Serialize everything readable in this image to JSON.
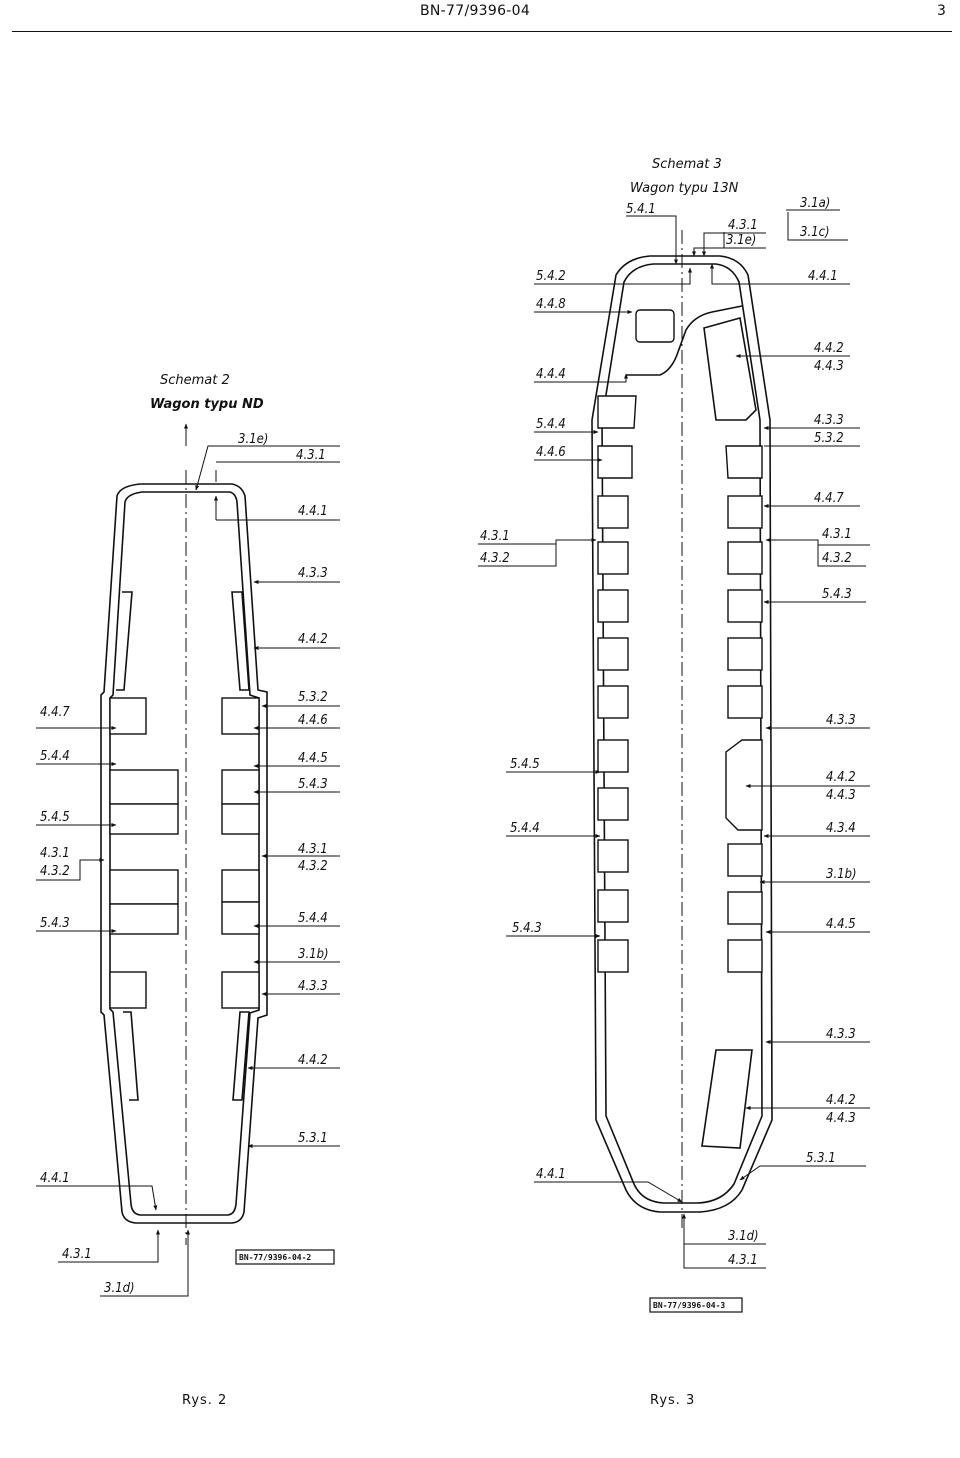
{
  "header": {
    "doc_id": "BN-77/9396-04",
    "page_number": "3"
  },
  "schemat2": {
    "title_line1": "Schemat 2",
    "title_line2": "Wagon typu ND",
    "stamp": "BN-77/9396-04-2",
    "caption": "Rys. 2",
    "labels": {
      "top_3_1e": "3.1e)",
      "top_4_3_1": "4.3.1",
      "r_4_4_1": "4.4.1",
      "r_4_3_3a": "4.3.3",
      "r_4_4_2a": "4.4.2",
      "r_5_3_2": "5.3.2",
      "r_4_4_6": "4.4.6",
      "r_4_4_5": "4.4.5",
      "r_5_4_3": "5.4.3",
      "r_4_3_1": "4.3.1",
      "r_4_3_2": "4.3.2",
      "r_5_4_4": "5.4.4",
      "r_3_1b": "3.1b)",
      "r_4_3_3b": "4.3.3",
      "r_4_4_2b": "4.4.2",
      "r_5_3_1": "5.3.1",
      "l_4_4_7": "4.4.7",
      "l_5_4_4": "5.4.4",
      "l_5_4_5": "5.4.5",
      "l_4_3_1": "4.3.1",
      "l_4_3_2": "4.3.2",
      "l_5_4_3": "5.4.3",
      "l_4_4_1": "4.4.1",
      "b_4_3_1": "4.3.1",
      "b_3_1d": "3.1d)"
    }
  },
  "schemat3": {
    "title_line1": "Schemat 3",
    "title_line2": "Wagon typu 13N",
    "stamp": "BN-77/9396-04-3",
    "caption": "Rys. 3",
    "labels": {
      "t_5_4_1": "5.4.1",
      "t_4_3_1": "4.3.1",
      "t_3_1e": "3.1e)",
      "t_3_1a": "3.1a)",
      "t_3_1c": "3.1c)",
      "r_4_4_1": "4.4.1",
      "r_4_4_2a": "4.4.2",
      "r_4_4_3a": "4.4.3",
      "r_4_3_3a": "4.3.3",
      "r_5_3_2": "5.3.2",
      "r_4_4_7": "4.4.7",
      "r_4_3_1": "4.3.1",
      "r_4_3_2": "4.3.2",
      "r_5_4_3": "5.4.3",
      "r_4_3_3b": "4.3.3",
      "r_4_4_2b": "4.4.2",
      "r_4_4_3b": "4.4.3",
      "r_4_3_4": "4.3.4",
      "r_3_1b": "3.1b)",
      "r_4_4_5": "4.4.5",
      "r_4_3_3c": "4.3.3",
      "r_4_4_2c": "4.4.2",
      "r_4_4_3c": "4.4.3",
      "r_5_3_1": "5.3.1",
      "l_5_4_2": "5.4.2",
      "l_4_4_8": "4.4.8",
      "l_4_4_4": "4.4.4",
      "l_5_4_4a": "5.4.4",
      "l_4_4_6": "4.4.6",
      "l_4_3_1": "4.3.1",
      "l_4_3_2": "4.3.2",
      "l_5_4_5": "5.4.5",
      "l_5_4_4b": "5.4.4",
      "l_5_4_3": "5.4.3",
      "l_4_4_1": "4.4.1",
      "b_3_1d": "3.1d)",
      "b_4_3_1": "4.3.1"
    }
  }
}
